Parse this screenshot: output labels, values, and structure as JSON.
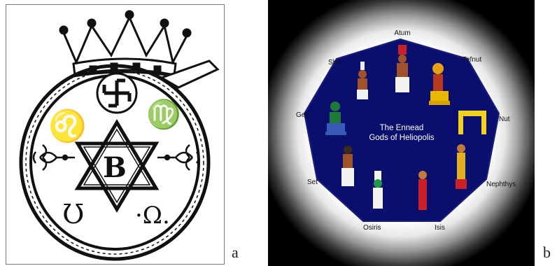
{
  "panels": {
    "a": {
      "label": "a"
    },
    "b": {
      "label": "b",
      "center_title_line1": "The Ennead",
      "center_title_line2": "Gods of Heliopolis",
      "gods": {
        "atum": "Atum",
        "tefnut": "Tefnut",
        "shu": "Shu",
        "geb": "Geb",
        "nut": "Nut",
        "set": "Set",
        "nephthys": "Nephthys",
        "osiris": "Osiris",
        "isis": "Isis"
      }
    }
  },
  "colors": {
    "enneagon_fill": "#0a0f6e",
    "enneagon_edge": "#1a1f7a"
  }
}
